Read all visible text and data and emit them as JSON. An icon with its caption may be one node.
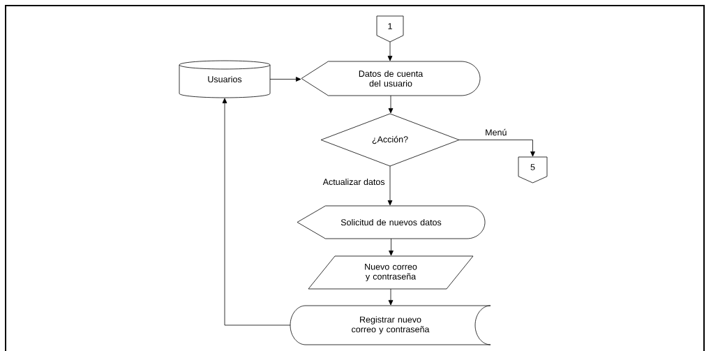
{
  "diagram": {
    "nodes": [
      {
        "text": [
          "1"
        ]
      },
      {
        "text": [
          "Datos de cuenta del usuario"
        ]
      },
      {
        "text": [
          "Usuarios"
        ]
      },
      {
        "text": [
          "¿Acción?"
        ]
      },
      {
        "text": [
          "5"
        ]
      },
      {
        "text": [
          "Solicitud de nuevos datos"
        ]
      },
      {
        "text": [
          "Nuevo correo y contraseña"
        ]
      },
      {
        "text": [
          "Registrar nuevo correo y contraseña"
        ]
      }
    ],
    "edges": [
      {
        "from": 0,
        "to": 1,
        "arrow": "to"
      },
      {
        "from": 2,
        "to": 1,
        "arrow": "to"
      },
      {
        "from": 1,
        "to": 3,
        "arrow": "to"
      },
      {
        "from": 3,
        "to": 4,
        "arrow": "to",
        "label": "Menú"
      },
      {
        "from": 3,
        "to": 5,
        "arrow": "to",
        "label": "Actualizar datos"
      },
      {
        "from": 5,
        "to": 6,
        "arrow": "to"
      },
      {
        "from": 6,
        "to": 7,
        "arrow": "to"
      },
      {
        "from": 7,
        "to": 2,
        "arrow": "to"
      }
    ]
  }
}
